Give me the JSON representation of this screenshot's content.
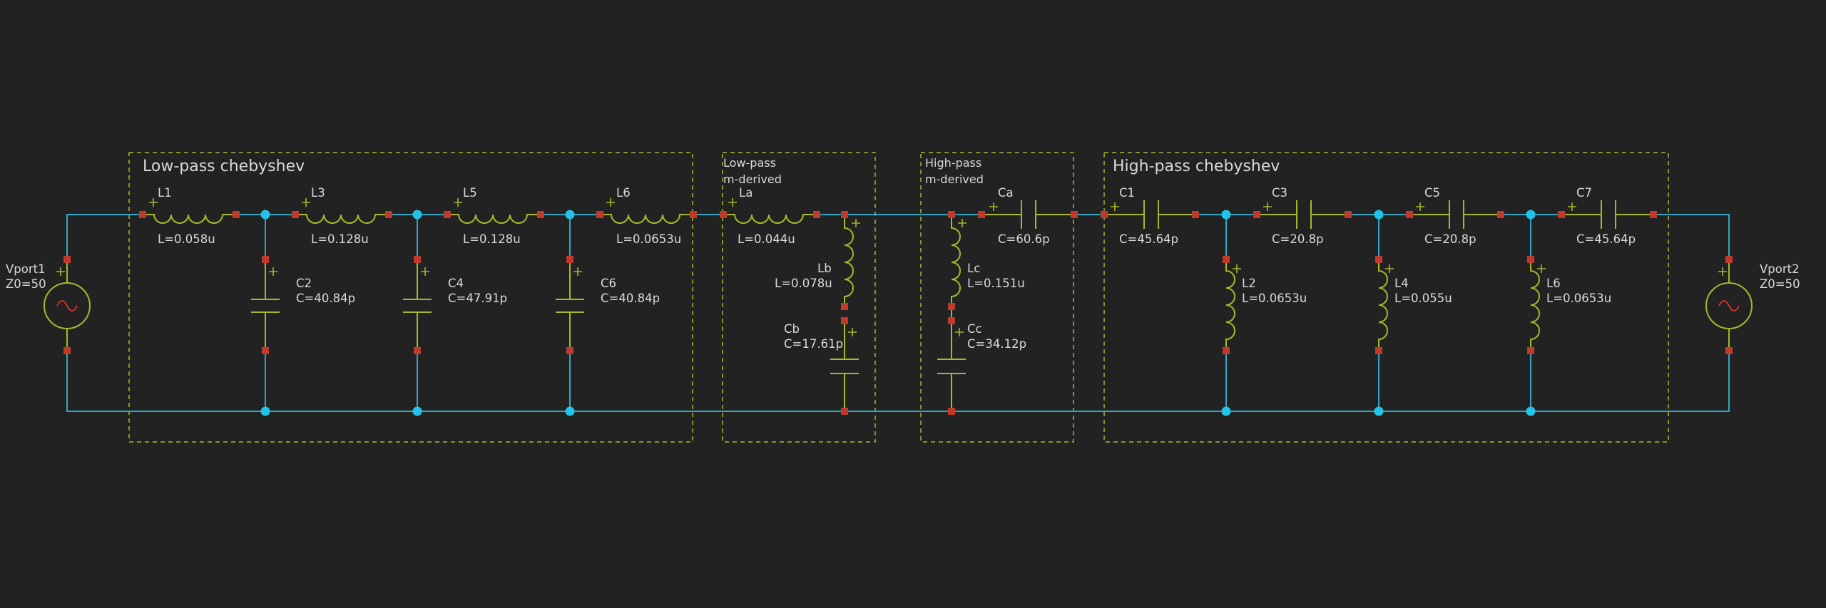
{
  "sections": {
    "lp_cheby": "Low-pass chebyshev",
    "lp_mderived_1": "Low-pass",
    "lp_mderived_2": "m-derived",
    "hp_mderived_1": "High-pass",
    "hp_mderived_2": "m-derived",
    "hp_cheby": "High-pass chebyshev"
  },
  "ports": {
    "p1": {
      "name": "Vport1",
      "z": "Z0=50"
    },
    "p2": {
      "name": "Vport2",
      "z": "Z0=50"
    }
  },
  "components": {
    "L1": {
      "name": "L1",
      "value": "L=0.058u"
    },
    "L3": {
      "name": "L3",
      "value": "L=0.128u"
    },
    "L5": {
      "name": "L5",
      "value": "L=0.128u"
    },
    "L6a": {
      "name": "L6",
      "value": "L=0.0653u"
    },
    "C2": {
      "name": "C2",
      "value": "C=40.84p"
    },
    "C4": {
      "name": "C4",
      "value": "C=47.91p"
    },
    "C6": {
      "name": "C6",
      "value": "C=40.84p"
    },
    "La": {
      "name": "La",
      "value": "L=0.044u"
    },
    "Lb": {
      "name": "Lb",
      "value": "L=0.078u"
    },
    "Cb": {
      "name": "Cb",
      "value": "C=17.61p"
    },
    "Lc": {
      "name": "Lc",
      "value": "L=0.151u"
    },
    "Cc": {
      "name": "Cc",
      "value": "C=34.12p"
    },
    "Ca": {
      "name": "Ca",
      "value": "C=60.6p"
    },
    "C1": {
      "name": "C1",
      "value": "C=45.64p"
    },
    "C3": {
      "name": "C3",
      "value": "C=20.8p"
    },
    "C5": {
      "name": "C5",
      "value": "C=20.8p"
    },
    "C7": {
      "name": "C7",
      "value": "C=45.64p"
    },
    "L2": {
      "name": "L2",
      "value": "L=0.0653u"
    },
    "L4": {
      "name": "L4",
      "value": "L=0.055u"
    },
    "L6b": {
      "name": "L6",
      "value": "L=0.0653u"
    }
  },
  "colors": {
    "background": "#222222",
    "wire": "#2fa7c4",
    "component": "#a7b82a",
    "pin": "#c0392b",
    "node": "#22c3e6",
    "text": "#d9d9d9"
  }
}
